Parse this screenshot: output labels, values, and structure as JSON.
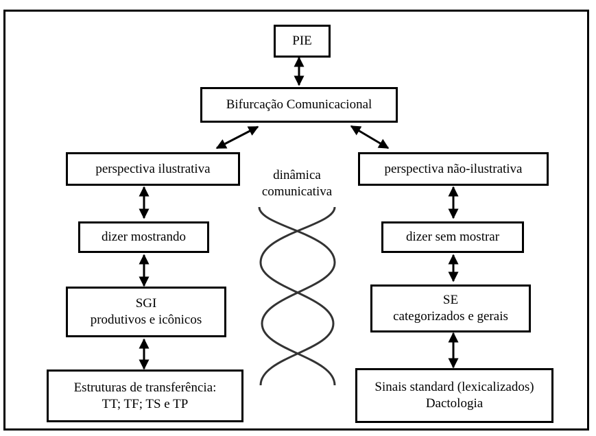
{
  "top_box": "PIE",
  "bifurcation": "Bifurcação Comunicacional",
  "center_label": {
    "line1": "dinâmica",
    "line2": "comunicativa"
  },
  "left_branch": {
    "perspective": "perspectiva ilustrativa",
    "mode": "dizer mostrando",
    "signs_line1": "SGI",
    "signs_line2": "produtivos e icônicos",
    "structures_line1": "Estruturas de transferência:",
    "structures_line2": "TT; TF; TS e TP"
  },
  "right_branch": {
    "perspective": "perspectiva não-ilustrativa",
    "mode": "dizer sem mostrar",
    "signs_line1": "SE",
    "signs_line2": "categorizados e gerais",
    "standard_line1": "Sinais standard (lexicalizados)",
    "standard_line2": "Dactologia"
  }
}
